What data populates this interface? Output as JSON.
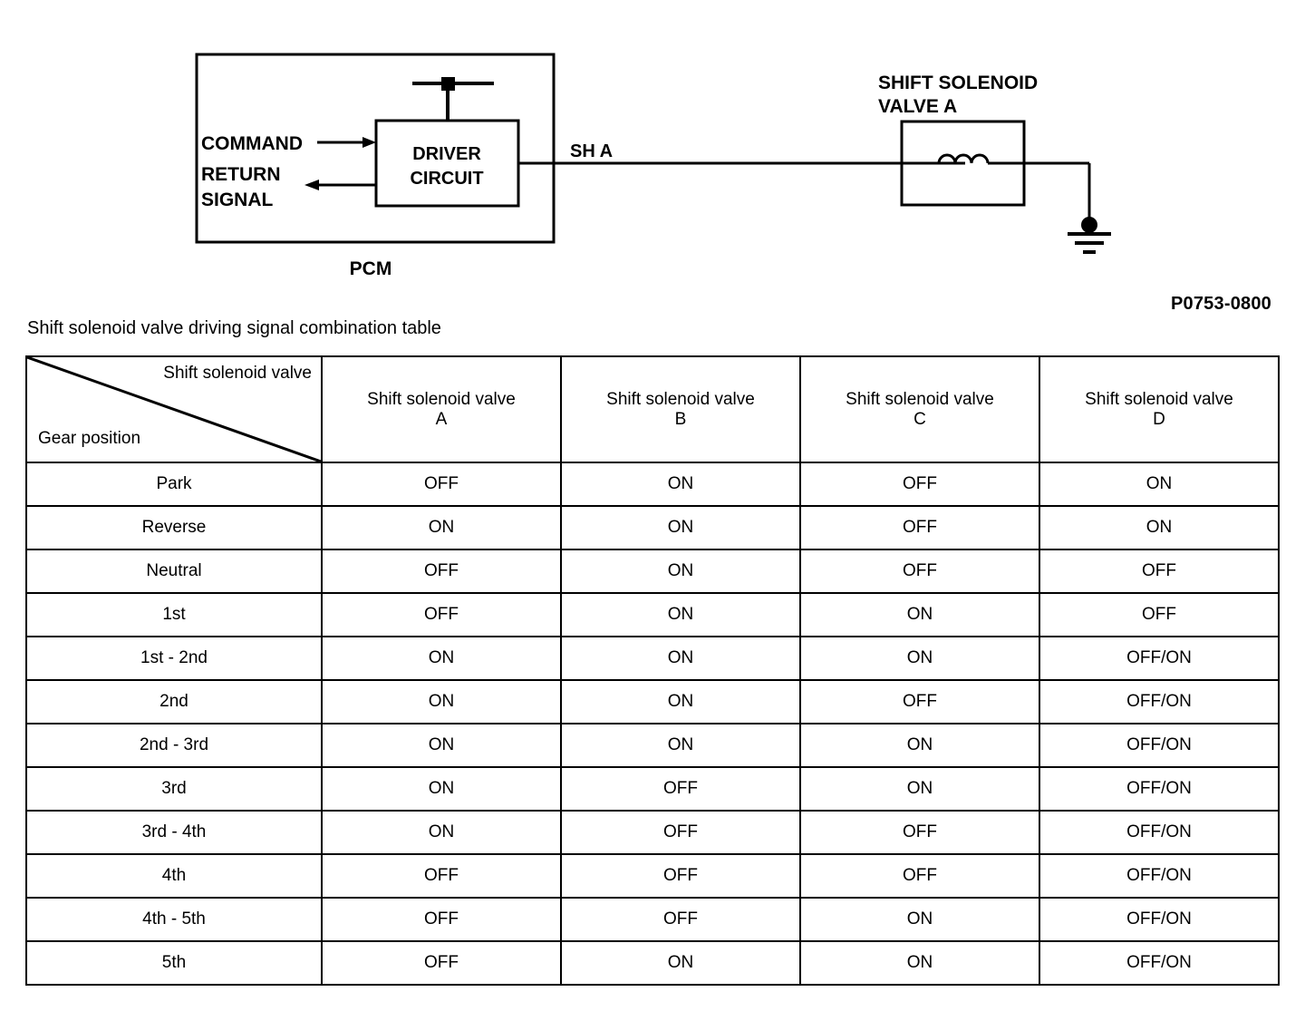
{
  "diagram": {
    "pcm_label": "PCM",
    "driver_circuit_line1": "DRIVER",
    "driver_circuit_line2": "CIRCUIT",
    "command_label": "COMMAND",
    "return_label_line1": "RETURN",
    "return_label_line2": "SIGNAL",
    "wire_label": "SH A",
    "solenoid_title_line1": "SHIFT SOLENOID",
    "solenoid_title_line2": "VALVE A",
    "dtc_code": "P0753-0800",
    "icons": {
      "power_terminal": "power-terminal-icon",
      "coil": "inductor-coil-icon",
      "ground": "ground-symbol-icon",
      "command_arrow": "arrow-right-icon",
      "return_arrow": "arrow-left-icon"
    },
    "colors": {
      "line": "#000000",
      "background": "#ffffff"
    }
  },
  "table": {
    "caption": "Shift solenoid valve driving signal combination table",
    "corner_top_label": "Shift solenoid valve",
    "corner_bottom_label": "Gear position",
    "columns": [
      {
        "line1": "Shift solenoid valve",
        "line2": "A"
      },
      {
        "line1": "Shift solenoid valve",
        "line2": "B"
      },
      {
        "line1": "Shift solenoid valve",
        "line2": "C"
      },
      {
        "line1": "Shift solenoid valve",
        "line2": "D"
      }
    ],
    "rows": [
      {
        "gear": "Park",
        "a": "OFF",
        "b": "ON",
        "c": "OFF",
        "d": "ON"
      },
      {
        "gear": "Reverse",
        "a": "ON",
        "b": "ON",
        "c": "OFF",
        "d": "ON"
      },
      {
        "gear": "Neutral",
        "a": "OFF",
        "b": "ON",
        "c": "OFF",
        "d": "OFF"
      },
      {
        "gear": "1st",
        "a": "OFF",
        "b": "ON",
        "c": "ON",
        "d": "OFF"
      },
      {
        "gear": "1st - 2nd",
        "a": "ON",
        "b": "ON",
        "c": "ON",
        "d": "OFF/ON"
      },
      {
        "gear": "2nd",
        "a": "ON",
        "b": "ON",
        "c": "OFF",
        "d": "OFF/ON"
      },
      {
        "gear": "2nd - 3rd",
        "a": "ON",
        "b": "ON",
        "c": "ON",
        "d": "OFF/ON"
      },
      {
        "gear": "3rd",
        "a": "ON",
        "b": "OFF",
        "c": "ON",
        "d": "OFF/ON"
      },
      {
        "gear": "3rd - 4th",
        "a": "ON",
        "b": "OFF",
        "c": "OFF",
        "d": "OFF/ON"
      },
      {
        "gear": "4th",
        "a": "OFF",
        "b": "OFF",
        "c": "OFF",
        "d": "OFF/ON"
      },
      {
        "gear": "4th - 5th",
        "a": "OFF",
        "b": "OFF",
        "c": "ON",
        "d": "OFF/ON"
      },
      {
        "gear": "5th",
        "a": "OFF",
        "b": "ON",
        "c": "ON",
        "d": "OFF/ON"
      }
    ]
  }
}
